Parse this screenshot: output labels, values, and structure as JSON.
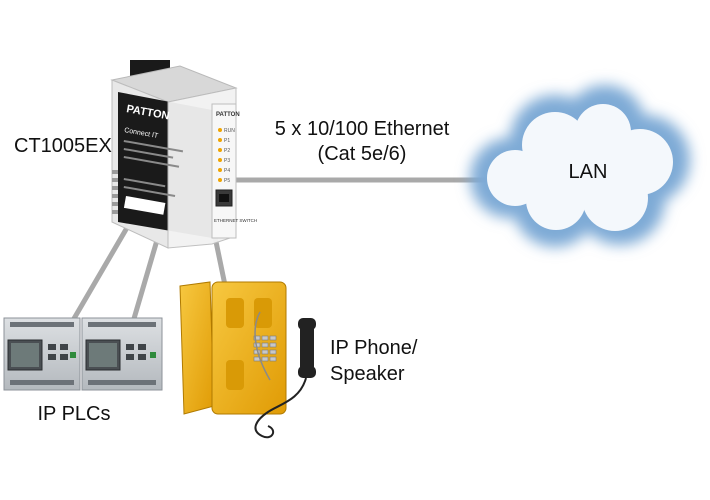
{
  "labels": {
    "switch_model": "CT1005EX",
    "link_line1": "5 x 10/100 Ethernet",
    "link_line2": "(Cat 5e/6)",
    "network": "LAN",
    "plcs": "IP PLCs",
    "phone_line1": "IP Phone/",
    "phone_line2": "Speaker"
  },
  "device": {
    "brand": "PATTON",
    "front_title": "Connect IT",
    "side_label": "ETHERNET SWITCH",
    "led_labels": [
      "RUN",
      "P1",
      "P2",
      "P3",
      "P4",
      "P5"
    ]
  },
  "colors": {
    "cable": "#a9a9a9",
    "switch_body": "#e6e6e6",
    "switch_panel": "#1a1a1a",
    "cloud_fill": "#f4f8fc",
    "cloud_edge": "#7eaad6",
    "plc_body": "#cfd3d7",
    "phone_body": "#f2b211",
    "handset": "#222222"
  }
}
